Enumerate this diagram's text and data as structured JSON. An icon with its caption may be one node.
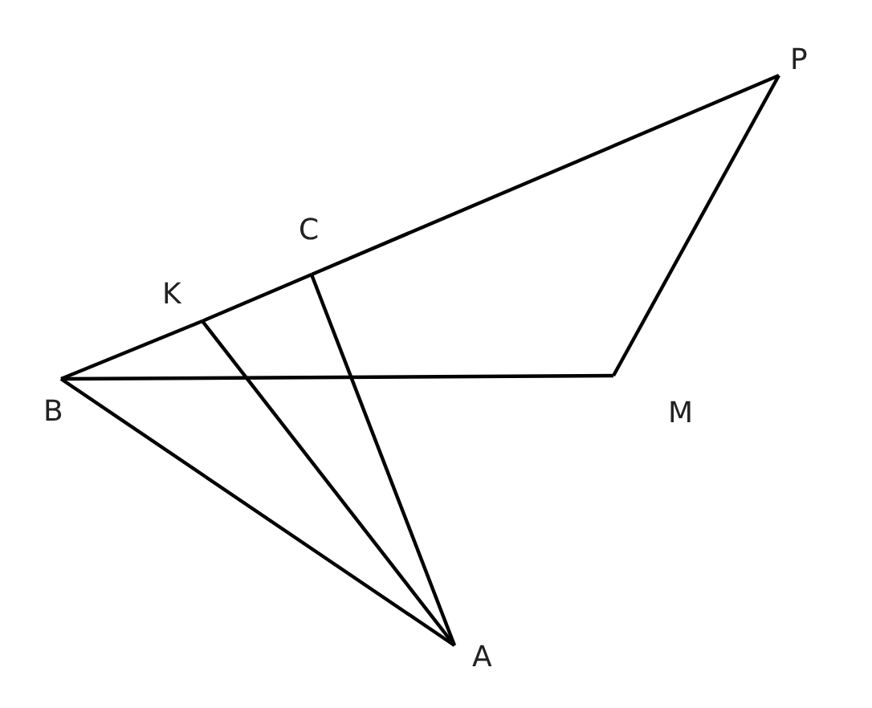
{
  "diagram": {
    "nodes": [
      {
        "text": [
          "P"
        ]
      },
      {
        "text": [
          "C"
        ]
      },
      {
        "text": [
          "K"
        ]
      },
      {
        "text": [
          "B"
        ]
      },
      {
        "text": [
          "M"
        ]
      },
      {
        "text": [
          "A"
        ]
      }
    ],
    "edges": [
      {
        "from": 3,
        "to": 2,
        "arrow": "none"
      },
      {
        "from": 2,
        "to": 1,
        "arrow": "none"
      },
      {
        "from": 1,
        "to": 0,
        "arrow": "none"
      },
      {
        "from": 0,
        "to": 4,
        "arrow": "none"
      },
      {
        "from": 4,
        "to": 3,
        "arrow": "none"
      },
      {
        "from": 3,
        "to": 5,
        "arrow": "none"
      },
      {
        "from": 2,
        "to": 5,
        "arrow": "none"
      },
      {
        "from": 1,
        "to": 5,
        "arrow": "none"
      }
    ]
  }
}
